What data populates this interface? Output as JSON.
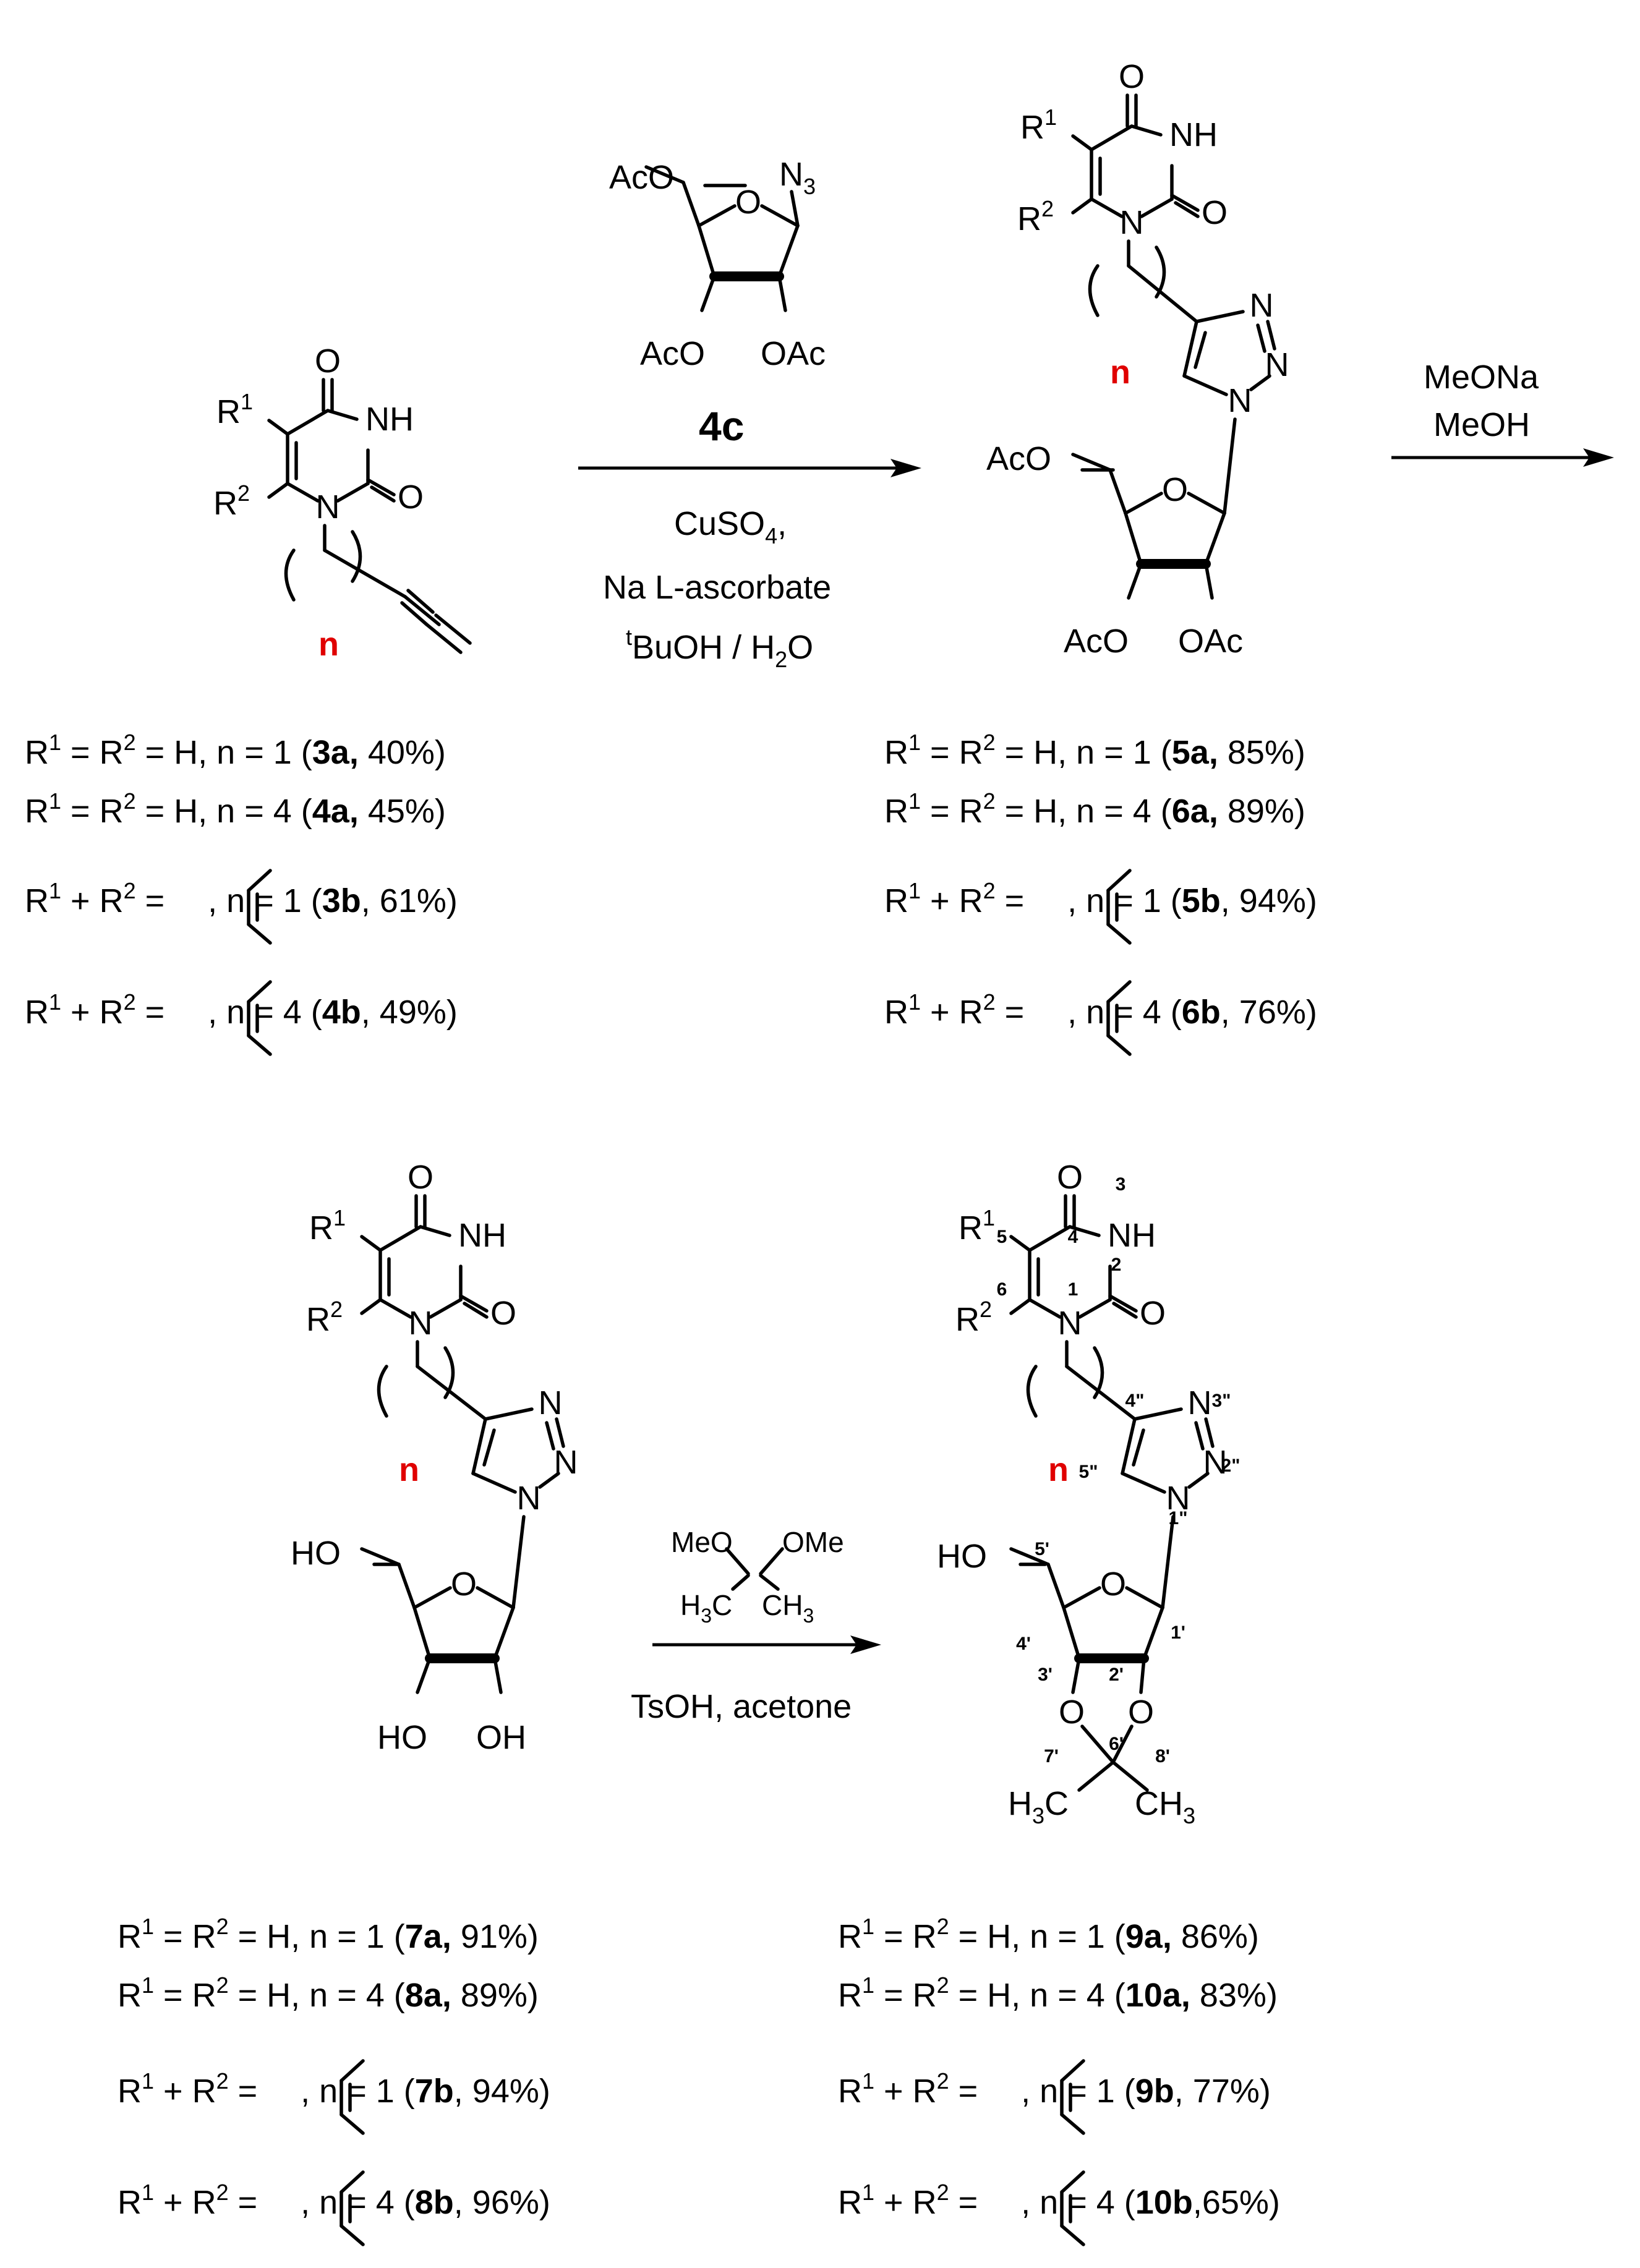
{
  "compounds": {
    "azide_label": "4c",
    "n_label": "n",
    "atoms": {
      "O": "O",
      "NH": "NH",
      "N": "N",
      "R": "R",
      "sup1": "1",
      "sup2": "2",
      "AcO": "AcO",
      "OAc": "OAc",
      "N3_N": "N",
      "N3_sub": "3",
      "HO": "HO",
      "OH": "OH",
      "H3C_H": "H",
      "H3C_sub": "3",
      "H3C_C": "C",
      "CH": "CH",
      "CH3_sub": "3",
      "MeO": "MeO",
      "OMe": "OMe"
    },
    "numbering": [
      "1",
      "2",
      "3",
      "4",
      "5",
      "6",
      "1'",
      "2'",
      "3'",
      "4'",
      "5'",
      "6'",
      "7'",
      "8'",
      "1\"",
      "2\"",
      "3\"",
      "4\"",
      "5\""
    ]
  },
  "steps": {
    "step1": {
      "cond1": "CuSO",
      "cond1_sub": "4",
      "cond1_end": ",",
      "cond2": "Na L-ascorbate",
      "cond3_sup": "t",
      "cond3_a": "BuOH / H",
      "cond3_sub": "2",
      "cond3_b": "O"
    },
    "step2": {
      "cond1": "MeONa",
      "cond2": "MeOH"
    },
    "step3": {
      "cond1": "TsOH, acetone",
      "reagent_left": "MeO",
      "reagent_right": "OMe"
    }
  },
  "yields": {
    "h_prefix": "= R",
    "h_mid": "= H, n = ",
    "plus_prefix": "+ R",
    "eq": "=",
    "plus_mid": ", n = ",
    "rows_left_top": [
      {
        "n": "1",
        "cpd": "3a,",
        "yield": " 40%)"
      },
      {
        "n": "4",
        "cpd": "4a,",
        "yield": " 45%)"
      },
      {
        "n": "1",
        "cpd": "3b",
        "yield": ", 61%)"
      },
      {
        "n": "4",
        "cpd": "4b",
        "yield": ", 49%)"
      }
    ],
    "rows_right_top": [
      {
        "n": "1",
        "cpd": "5a,",
        "yield": " 85%)"
      },
      {
        "n": "4",
        "cpd": "6a,",
        "yield": " 89%)"
      },
      {
        "n": "1",
        "cpd": "5b",
        "yield": ", 94%)"
      },
      {
        "n": "4",
        "cpd": "6b",
        "yield": ", 76%)"
      }
    ],
    "rows_left_bottom": [
      {
        "n": "1",
        "cpd": "7a,",
        "yield": " 91%)"
      },
      {
        "n": "4",
        "cpd": "8a,",
        "yield": " 89%)"
      },
      {
        "n": "1",
        "cpd": "7b",
        "yield": ", 94%)"
      },
      {
        "n": "4",
        "cpd": "8b",
        "yield": ", 96%)"
      }
    ],
    "rows_right_bottom": [
      {
        "n": "1",
        "cpd": "9a,",
        "yield": " 86%)"
      },
      {
        "n": "4",
        "cpd": "10a,",
        "yield": " 83%)"
      },
      {
        "n": "1",
        "cpd": "9b",
        "yield": ", 77%)"
      },
      {
        "n": "4",
        "cpd": "10b",
        "yield": ",65%)"
      }
    ]
  }
}
